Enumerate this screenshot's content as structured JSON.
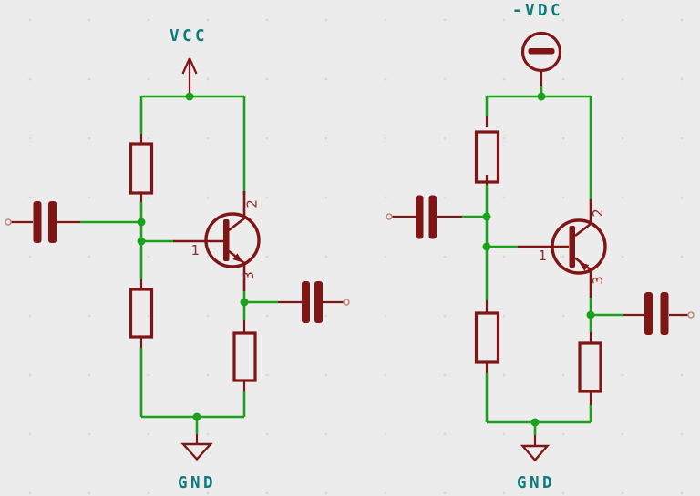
{
  "canvas": {
    "background_color": "#ececec",
    "grid_dot_color": "#d7d7d7"
  },
  "colors": {
    "wire_green": "#1aa21a",
    "component_dark_red": "#801515",
    "net_label_teal": "#0e7c7c",
    "pin_number_red": "#8c2f26",
    "open_pin_end": "#bd8a7a"
  },
  "circuits": [
    {
      "name": "common-emitter amplifier with NPN transistor",
      "power_label": "VCC",
      "ground_label": "GND",
      "transistor": {
        "type": "NPN",
        "pin_base": "1",
        "pin_collector": "2",
        "pin_emitter": "3"
      }
    },
    {
      "name": "common-emitter amplifier with PNP transistor",
      "power_label": "-VDC",
      "ground_label": "GND",
      "transistor": {
        "type": "PNP",
        "pin_base": "1",
        "pin_collector": "2",
        "pin_emitter": "3"
      }
    }
  ]
}
